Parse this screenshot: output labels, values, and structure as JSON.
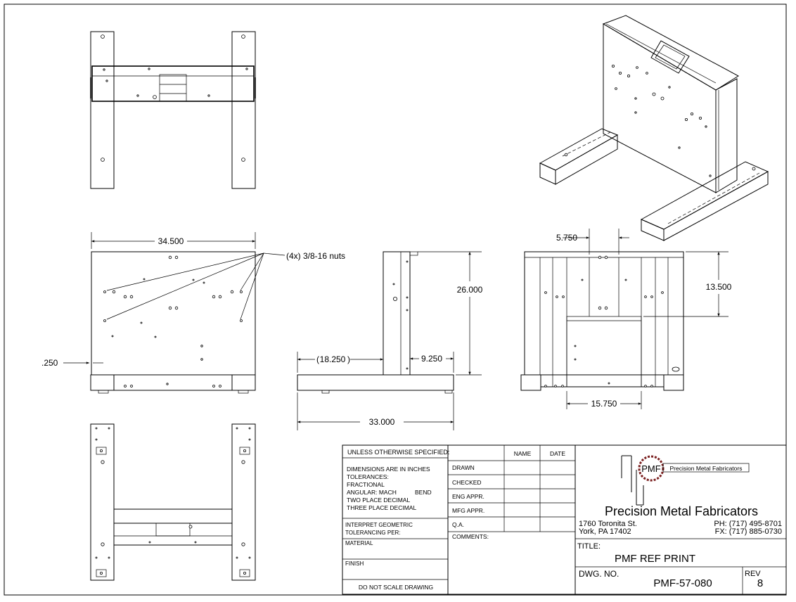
{
  "dimensions": {
    "front_width": "34.500",
    "front_foot": ".250",
    "nuts_note": "(4x) 3/8-16 nuts",
    "side_left": "18.250",
    "side_right": "9.250",
    "side_height": "26.000",
    "side_base": "33.000",
    "rear_top": "5.750",
    "rear_height": "13.500",
    "rear_bottom": "15.750"
  },
  "title_block": {
    "unless_specified": "UNLESS OTHERWISE SPECIFIED:",
    "dims_inches": "DIMENSIONS ARE IN INCHES",
    "tolerances": "TOLERANCES:",
    "fractional": "FRACTIONAL",
    "angular": "ANGULAR: MACH",
    "bend": "BEND",
    "two_place": "TWO PLACE DECIMAL",
    "three_place": "THREE PLACE DECIMAL",
    "interpret_1": "INTERPRET GEOMETRIC",
    "interpret_2": "TOLERANCING PER:",
    "material": "MATERIAL",
    "finish": "FINISH",
    "do_not_scale": "DO NOT SCALE DRAWING",
    "col_name": "NAME",
    "col_date": "DATE",
    "drawn": "DRAWN",
    "checked": "CHECKED",
    "eng_appr": "ENG APPR.",
    "mfg_appr": "MFG APPR.",
    "qa": "Q.A.",
    "comments": "COMMENTS:",
    "logo_abbr": "PMF",
    "logo_banner": "Precision Metal Fabricators",
    "company_name": "Precision Metal Fabricators",
    "address_1": "1760 Toronita St.",
    "address_2": "York, PA 17402",
    "phone": "PH: (717) 495-8701",
    "fax": "FX: (717) 885-0730",
    "title_label": "TITLE:",
    "title_value": "PMF REF PRINT",
    "dwg_label": "DWG.  NO.",
    "dwg_value": "PMF-57-080",
    "rev_label": "REV",
    "rev_value": "8"
  }
}
